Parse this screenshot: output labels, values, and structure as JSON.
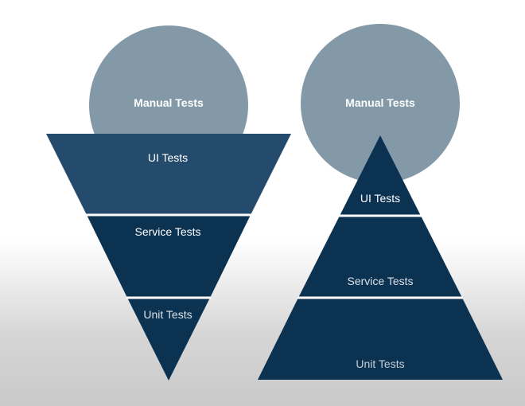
{
  "colors": {
    "circle": "#8399a8",
    "layer_top": "#244b6c",
    "layer_dark": "#0c3252",
    "separator": "#ffffff",
    "label_light": "#ffffff",
    "label_muted": "#c5ced6"
  },
  "ice_cream_cone": {
    "manual": "Manual Tests",
    "ui": "UI Tests",
    "service": "Service Tests",
    "unit": "Unit Tests"
  },
  "pyramid": {
    "manual": "Manual Tests",
    "ui": "UI Tests",
    "service": "Service Tests",
    "unit": "Unit Tests"
  }
}
